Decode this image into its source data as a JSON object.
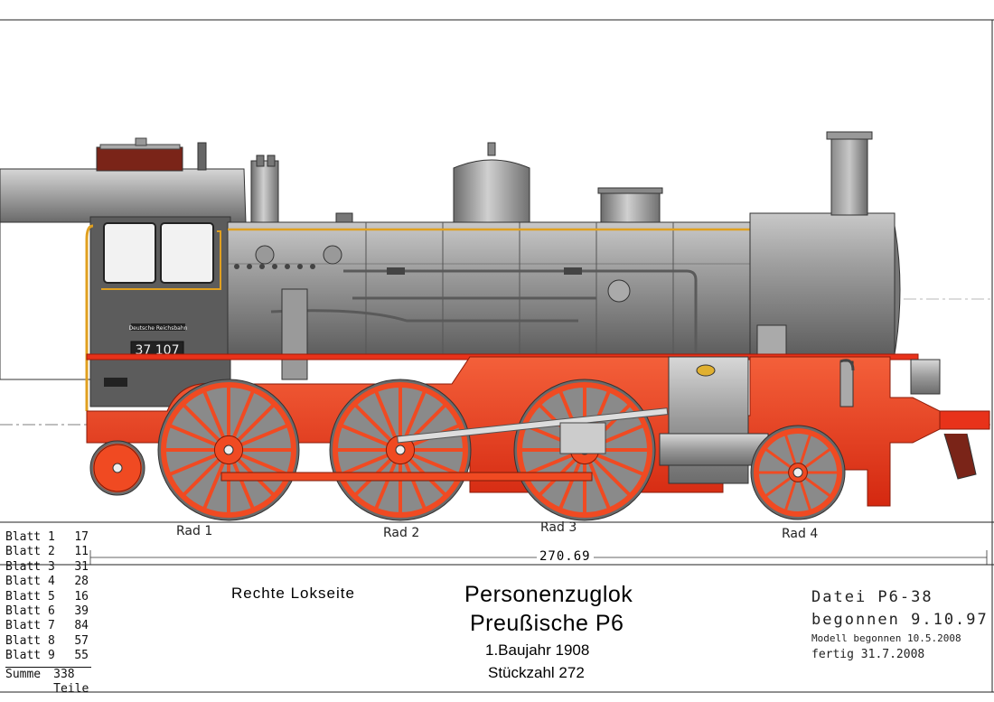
{
  "loco": {
    "number": "37 107",
    "operator_plate": "Deutsche Reichsbahn"
  },
  "wheels": [
    "Rad 1",
    "Rad 2",
    "Rad 3",
    "Rad 4"
  ],
  "dimension": "270.69",
  "blatt": [
    {
      "label": "Blatt 1",
      "count": "17"
    },
    {
      "label": "Blatt 2",
      "count": "11"
    },
    {
      "label": "Blatt 3",
      "count": "31"
    },
    {
      "label": "Blatt 4",
      "count": "28"
    },
    {
      "label": "Blatt 5",
      "count": "16"
    },
    {
      "label": "Blatt 6",
      "count": "39"
    },
    {
      "label": "Blatt 7",
      "count": "84"
    },
    {
      "label": "Blatt 8",
      "count": "57"
    },
    {
      "label": "Blatt 9",
      "count": "55"
    }
  ],
  "summe": {
    "label": "Summe",
    "value": "338 Teile"
  },
  "side_label": "Rechte Lokseite",
  "title": {
    "line1": "Personenzuglok",
    "line2": "Preußische P6",
    "year": "1.Baujahr 1908",
    "count": "Stückzahl 272"
  },
  "info": {
    "file": "Datei P6-38",
    "started": "begonnen 9.10.97",
    "model": "Modell begonnen 10.5.2008",
    "finished": "fertig 31.7.2008"
  },
  "colors": {
    "frame_red": "#e8321a",
    "wheel_red": "#f04a22",
    "boiler_gray": "#8c8c8c",
    "cab_dark": "#5a5a5a",
    "pipe_yellow": "#e0a020"
  }
}
